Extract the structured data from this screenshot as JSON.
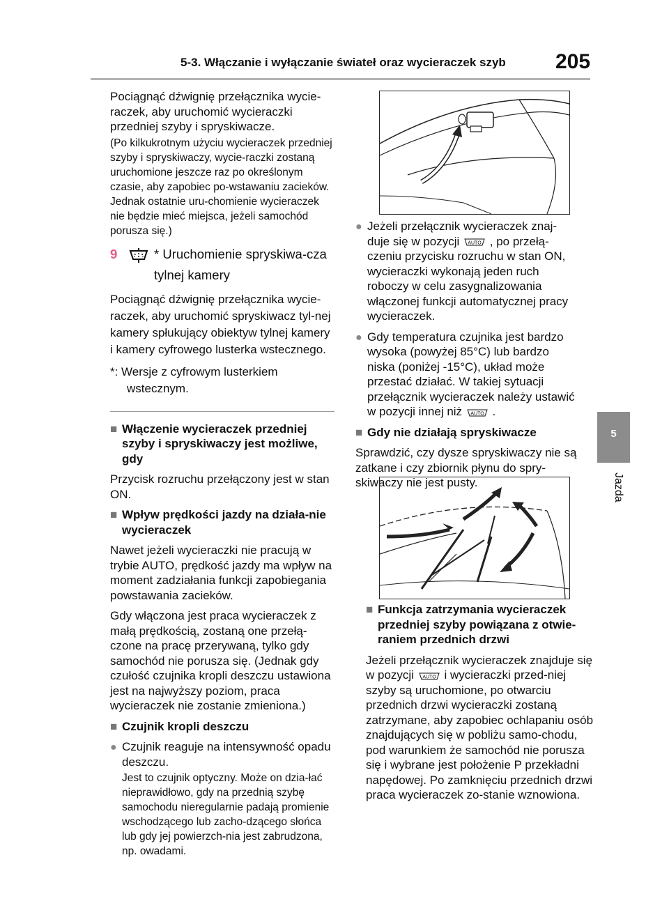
{
  "header": {
    "title": "5-3. Włączanie i wyłączanie świateł oraz wycieraczek szyb",
    "page_number": "205"
  },
  "side_tab": {
    "chapter_number": "5",
    "chapter_label": "Jazda"
  },
  "left": {
    "p1": "Pociągnąć dźwignię przełącznika wycie-raczek, aby uruchomić wycieraczki przedniej szyby i spryskiwacze.",
    "p1_note": "(Po kilkukrotnym użyciu wycieraczek przedniej szyby i spryskiwaczy, wycie-raczki zostaną uruchomione jeszcze raz po określonym czasie, aby zapobiec po-wstawaniu zacieków. Jednak ostatnie uru-chomienie wycieraczek nie będzie mieć miejsca, jeżeli samochód porusza się.)",
    "step_number": "9",
    "step_title": "* Uruchomienie spryskiwa-cza tylnej kamery",
    "p2": "Pociągnąć dźwignię przełącznika wycie-raczek, aby uruchomić spryskiwacz tyl-nej kamery spłukujący obiektyw tylnej kamery i kamery cyfrowego lusterka wstecznego.",
    "footnote": "*: Wersje z cyfrowym lusterkiem wstecznym.",
    "h1": "Włączenie wycieraczek przedniej szyby i spryskiwaczy jest możliwe, gdy",
    "h1_text": "Przycisk rozruchu przełączony jest w stan ON.",
    "h2": "Wpływ prędkości jazdy na działa-nie wycieraczek",
    "h2_text1": "Nawet jeżeli wycieraczki nie pracują w trybie AUTO, prędkość jazdy ma wpływ na moment zadziałania funkcji zapobiegania powstawania zacieków.",
    "h2_text2": "Gdy włączona jest praca wycieraczek z małą prędkością, zostaną one przełą-czone na pracę przerywaną, tylko gdy samochód nie porusza się. (Jednak gdy czułość czujnika kropli deszczu ustawiona jest na najwyższy poziom, praca wycieraczek nie zostanie zmieniona.)",
    "h3": "Czujnik kropli deszczu",
    "h3_bullet": "Czujnik reaguje na intensywność opadu deszczu.",
    "h3_bullet_note": "Jest to czujnik optyczny. Może on dzia-łać nieprawidłowo, gdy na przednią szybę samochodu nieregularnie padają promienie wschodzącego lub zacho-dzącego słońca lub gdy jej powierzch-nia jest zabrudzona, np. owadami."
  },
  "right": {
    "b1_part1": "Jeżeli przełącznik wycieraczek znaj-duje się w pozycji",
    "b1_part2": ", po przełą-czeniu przycisku rozruchu w stan ON, wycieraczki wykonają jeden ruch roboczy w celu zasygnalizowania włączonej funkcji automatycznej pracy wycieraczek.",
    "b2_part1": "Gdy temperatura czujnika jest bardzo wysoka (powyżej 85°C) lub bardzo niska (poniżej -15°C), układ może przestać działać. W takiej sytuacji przełącznik wycieraczek należy ustawić w pozycji innej niż",
    "b2_part2": ".",
    "h4": "Gdy nie działają spryskiwacze",
    "h4_text": "Sprawdzić, czy dysze spryskiwaczy nie są zatkane i czy zbiornik płynu do spry-skiwaczy nie jest pusty.",
    "h5": "Funkcja zatrzymania wycieraczek przedniej szyby powiązana z otwie-raniem przednich drzwi",
    "h5_part1": "Jeżeli przełącznik wycieraczek znajduje się w pozycji",
    "h5_part2": "i wycieraczki przed-niej szyby są uruchomione, po otwarciu przednich drzwi wycieraczki zostaną zatrzymane, aby zapobiec ochlapaniu osób znajdujących się w pobliżu samo-chodu, pod warunkiem że samochód nie porusza się i wybrane jest położenie P przekładni napędowej. Po zamknięciu przednich drzwi praca wycieraczek zo-stanie wznowiona."
  },
  "icons": {
    "auto_symbol": "AUTO",
    "rear_camera_washer": "rear-camera-washer-icon",
    "bullet_color": "#888888",
    "step_color": "#e05a8a",
    "tab_color": "#8c8c8c"
  }
}
